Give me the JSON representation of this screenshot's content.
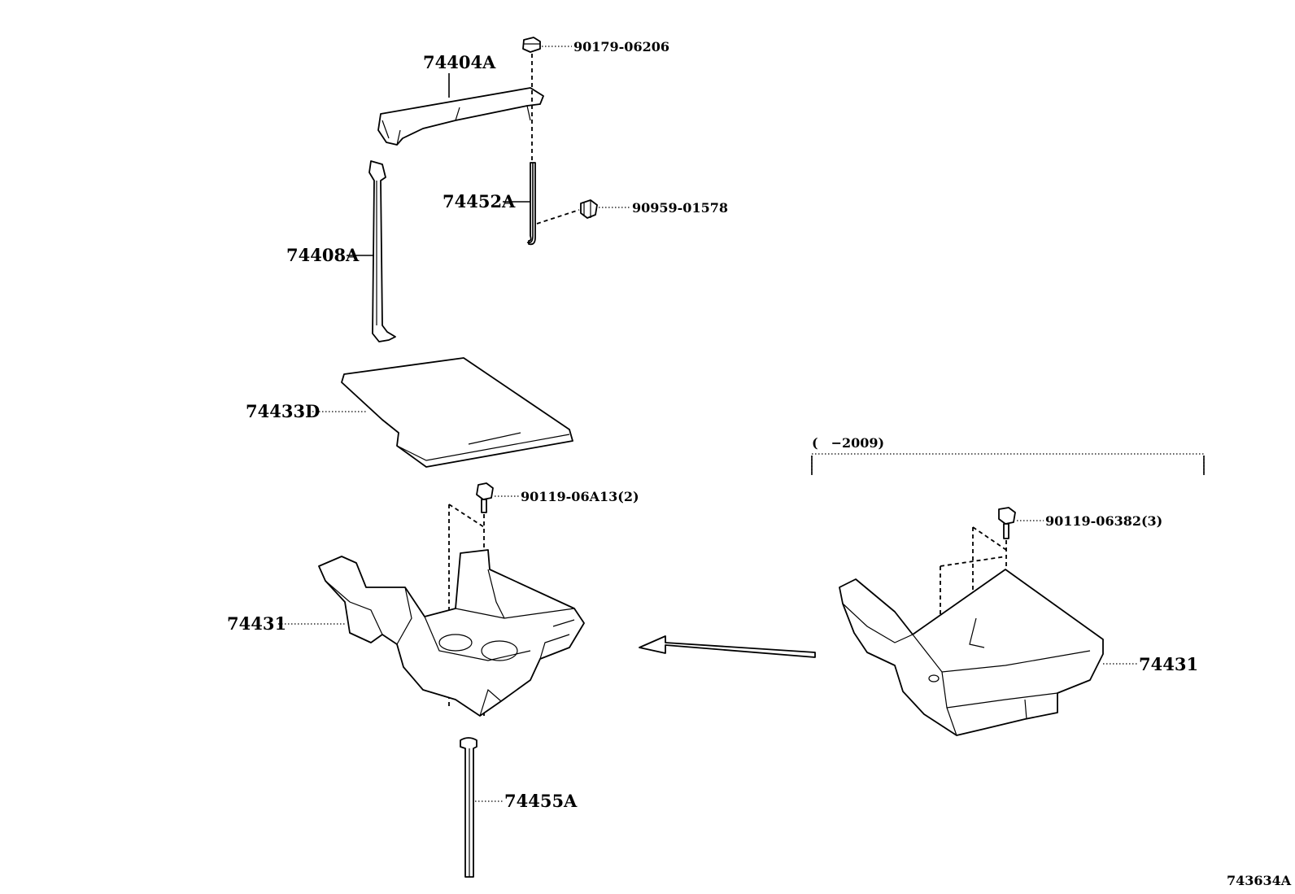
{
  "labels": {
    "hold_down_clamp": "74404A",
    "nut_top": "90179-06206",
    "rod_j_bolt": "74452A",
    "clip": "90959-01578",
    "rod_side": "74408A",
    "insulator": "74433D",
    "bolt_left": "90119-06A13(2)",
    "tray_left": "74431",
    "bolt_bottom": "74455A",
    "bolt_right": "90119-06382(3)",
    "tray_right": "74431",
    "range_bracket": "(　−2009)",
    "diagram_id": "743634A"
  }
}
